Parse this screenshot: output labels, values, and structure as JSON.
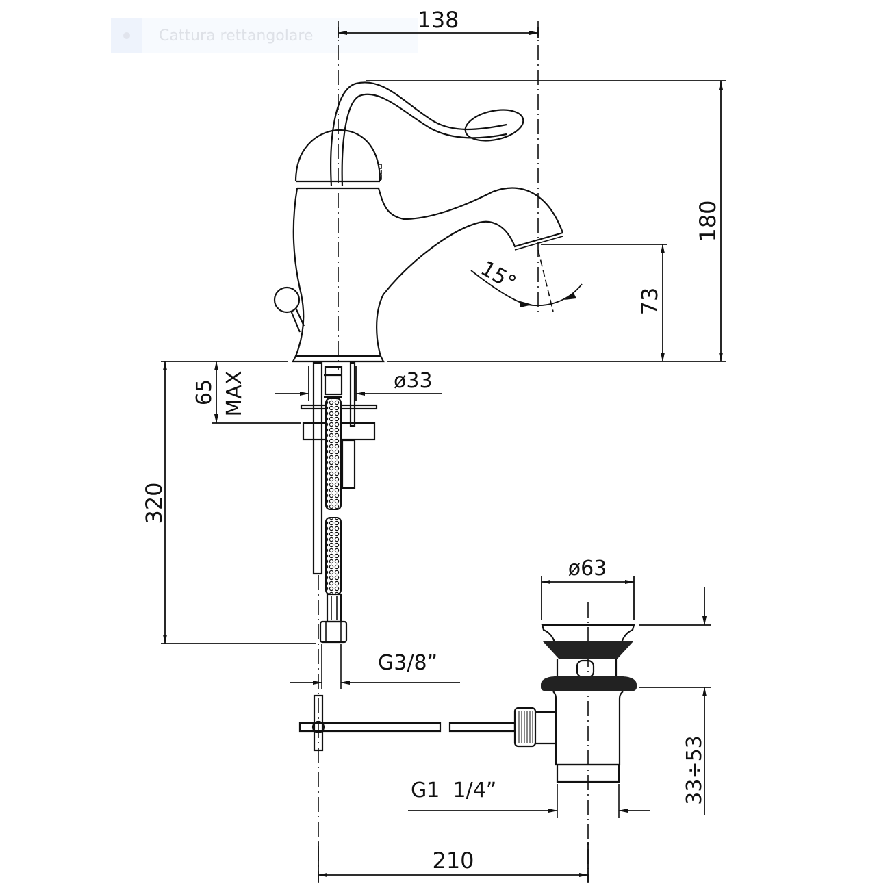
{
  "overlay": {
    "label": "Cattura rettangolare",
    "icon": "record-dot-icon"
  },
  "drawing": {
    "subject": "Single-lever basin mixer with pop-up waste",
    "dimensions": {
      "spout_reach": "138",
      "total_height": "180",
      "spout_height": "73",
      "spout_angle": "15°",
      "deck_thickness_value": "65",
      "deck_thickness_label": "MAX",
      "body_diameter": "ø33",
      "hose_length": "320",
      "hose_thread": "G3/8”",
      "waste_diameter": "ø63",
      "waste_height_range": "33÷53",
      "waste_thread": "G1  1/4”",
      "tap_to_waste_distance": "210"
    },
    "line_color": "#111111",
    "background_color": "#ffffff"
  }
}
